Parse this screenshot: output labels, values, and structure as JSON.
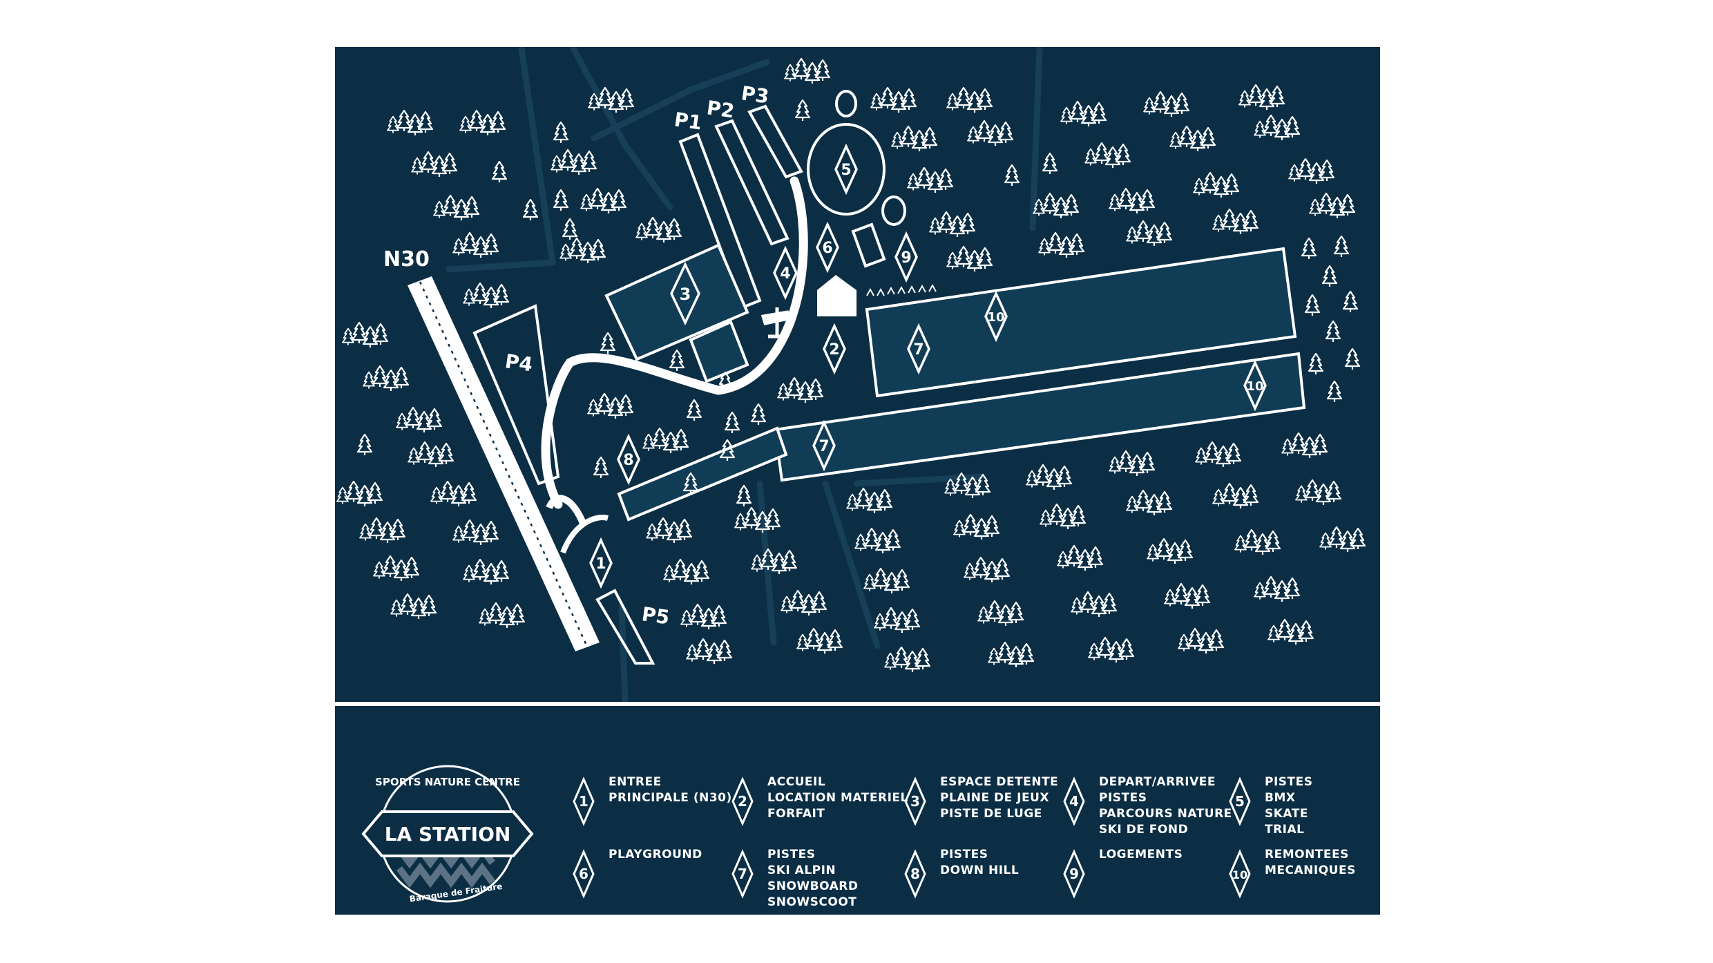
{
  "colors": {
    "background": "#ffffff",
    "map_fill": "#0b2e45",
    "slope_fill": "#113c56",
    "line": "#ffffff",
    "trail": "#173f58"
  },
  "map": {
    "road_label": "N30",
    "parking": [
      "P1",
      "P2",
      "P3",
      "P4",
      "P5"
    ],
    "markers": [
      "1",
      "2",
      "3",
      "4",
      "5",
      "6",
      "7",
      "7",
      "8",
      "9",
      "10",
      "10"
    ],
    "icons": [
      "tree-icon",
      "chalet-icon",
      "signpost-icon",
      "diamond-marker-icon"
    ]
  },
  "logo": {
    "arc_text": "SPORTS NATURE CENTRE",
    "name": "LA STATION",
    "subtitle": "Baraque de Fraiture"
  },
  "legend": [
    {
      "num": "1",
      "lines": [
        "ENTREE",
        "PRINCIPALE (N30)"
      ]
    },
    {
      "num": "2",
      "lines": [
        "ACCUEIL",
        "LOCATION MATERIEL",
        "FORFAIT"
      ]
    },
    {
      "num": "3",
      "lines": [
        "ESPACE DETENTE",
        "PLAINE DE JEUX",
        "PISTE DE LUGE"
      ]
    },
    {
      "num": "4",
      "lines": [
        "DEPART/ARRIVEE",
        "PISTES",
        "PARCOURS NATURE",
        "SKI DE FOND"
      ]
    },
    {
      "num": "5",
      "lines": [
        "PISTES",
        "BMX",
        "SKATE",
        "TRIAL"
      ]
    },
    {
      "num": "6",
      "lines": [
        "PLAYGROUND"
      ]
    },
    {
      "num": "7",
      "lines": [
        "PISTES",
        "SKI ALPIN",
        "SNOWBOARD",
        "SNOWSCOOT"
      ]
    },
    {
      "num": "8",
      "lines": [
        "PISTES",
        "DOWN HILL"
      ]
    },
    {
      "num": "9",
      "lines": [
        "LOGEMENTS"
      ]
    },
    {
      "num": "10",
      "lines": [
        "REMONTEES",
        "MECANIQUES"
      ]
    }
  ]
}
